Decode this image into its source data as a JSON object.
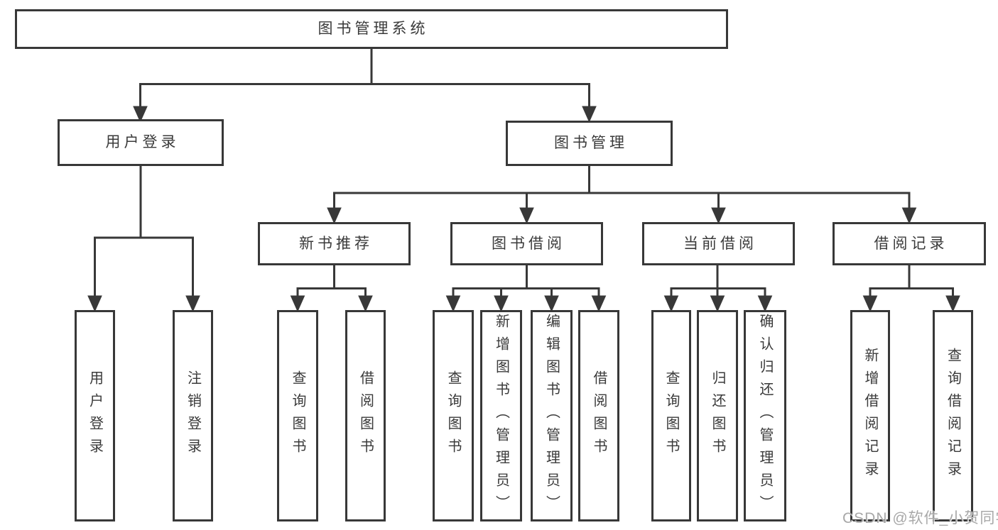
{
  "tree": {
    "root": "图书管理系统",
    "branches": [
      {
        "label": "用户登录",
        "children": [
          "用户登录",
          "注销登录"
        ]
      },
      {
        "label": "图书管理",
        "groups": [
          {
            "label": "新书推荐",
            "children": [
              "查询图书",
              "借阅图书"
            ]
          },
          {
            "label": "图书借阅",
            "children": [
              "查询图书",
              "新增图书（管理员）",
              "编辑图书（管理员）",
              "借阅图书"
            ]
          },
          {
            "label": "当前借阅",
            "children": [
              "查询图书",
              "归还图书",
              "确认归还（管理员）"
            ]
          },
          {
            "label": "借阅记录",
            "children": [
              "新增借阅记录",
              "查询借阅记录"
            ]
          }
        ]
      }
    ]
  },
  "watermark": "CSDN @软件_小贺同学",
  "colors": {
    "line": "#383838",
    "text": "#3a3a3a",
    "box_background": "#ffffff",
    "watermark": "#a8a8a8",
    "page_background": "#ffffff"
  }
}
